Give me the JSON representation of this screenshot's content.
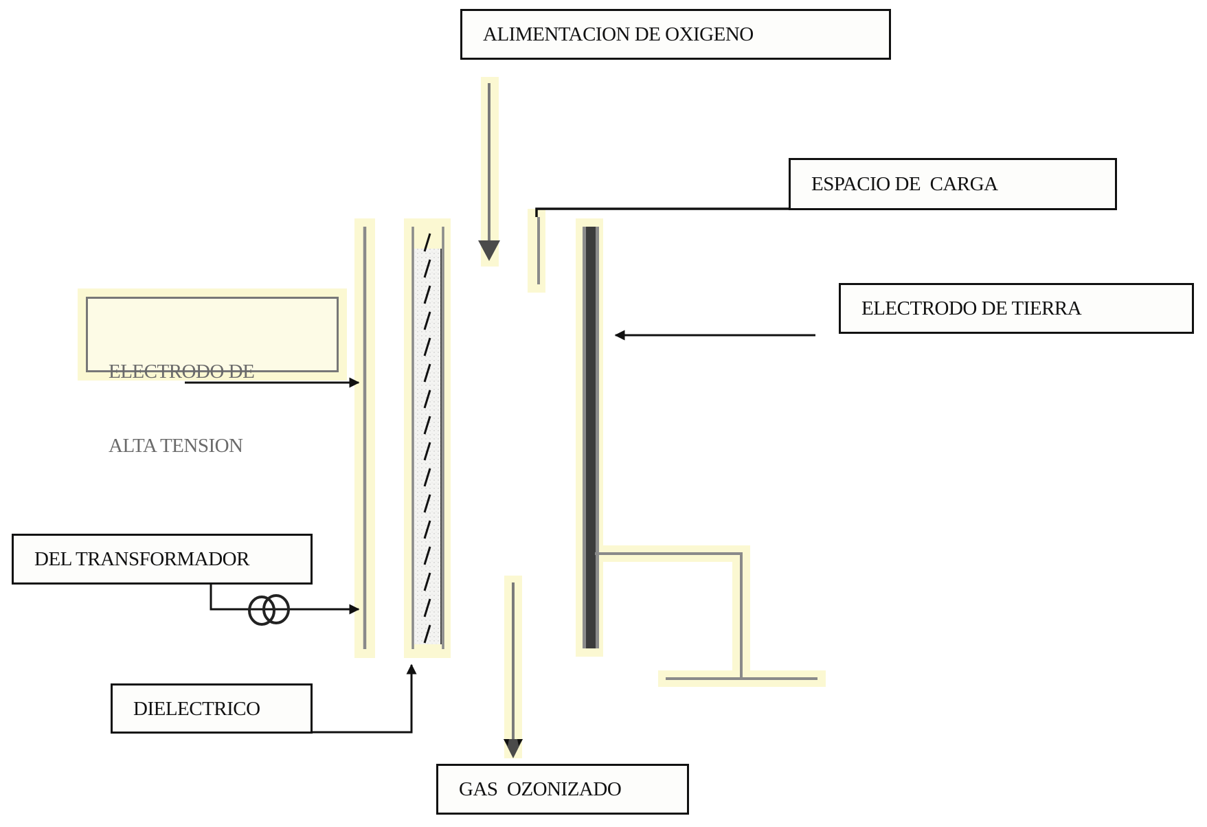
{
  "diagram": {
    "type": "ozone-generator-schematic",
    "labels": {
      "oxygen_feed": "ALIMENTACION DE OXIGENO",
      "space_charge": "ESPACIO DE  CARGA",
      "high_voltage_electrode_line1": "ELECTRODO DE",
      "high_voltage_electrode_line2": "ALTA TENSION",
      "ground_electrode": "ELECTRODO DE TIERRA",
      "transformer": "DEL TRANSFORMADOR",
      "dielectric": "DIELECTRICO",
      "ozonized_gas": "GAS  OZONIZADO"
    },
    "components": [
      {
        "id": "high-voltage-electrode",
        "label_ref": "high_voltage_electrode"
      },
      {
        "id": "dielectric",
        "label_ref": "dielectric"
      },
      {
        "id": "discharge-gap",
        "label_ref": "space_charge"
      },
      {
        "id": "ground-electrode",
        "label_ref": "ground_electrode"
      },
      {
        "id": "transformer-symbol",
        "label_ref": "transformer"
      },
      {
        "id": "ground-symbol"
      }
    ],
    "flows": [
      {
        "from": "oxygen_feed",
        "to": "discharge-gap",
        "direction": "down"
      },
      {
        "from": "discharge-gap",
        "to": "ozonized_gas",
        "direction": "down"
      }
    ],
    "colors": {
      "line": "#111111",
      "electrode_gray": "#8a8a8a",
      "ground_electrode_dark": "#3c3c3c",
      "highlight_yellow": "#fbf8d2"
    }
  }
}
